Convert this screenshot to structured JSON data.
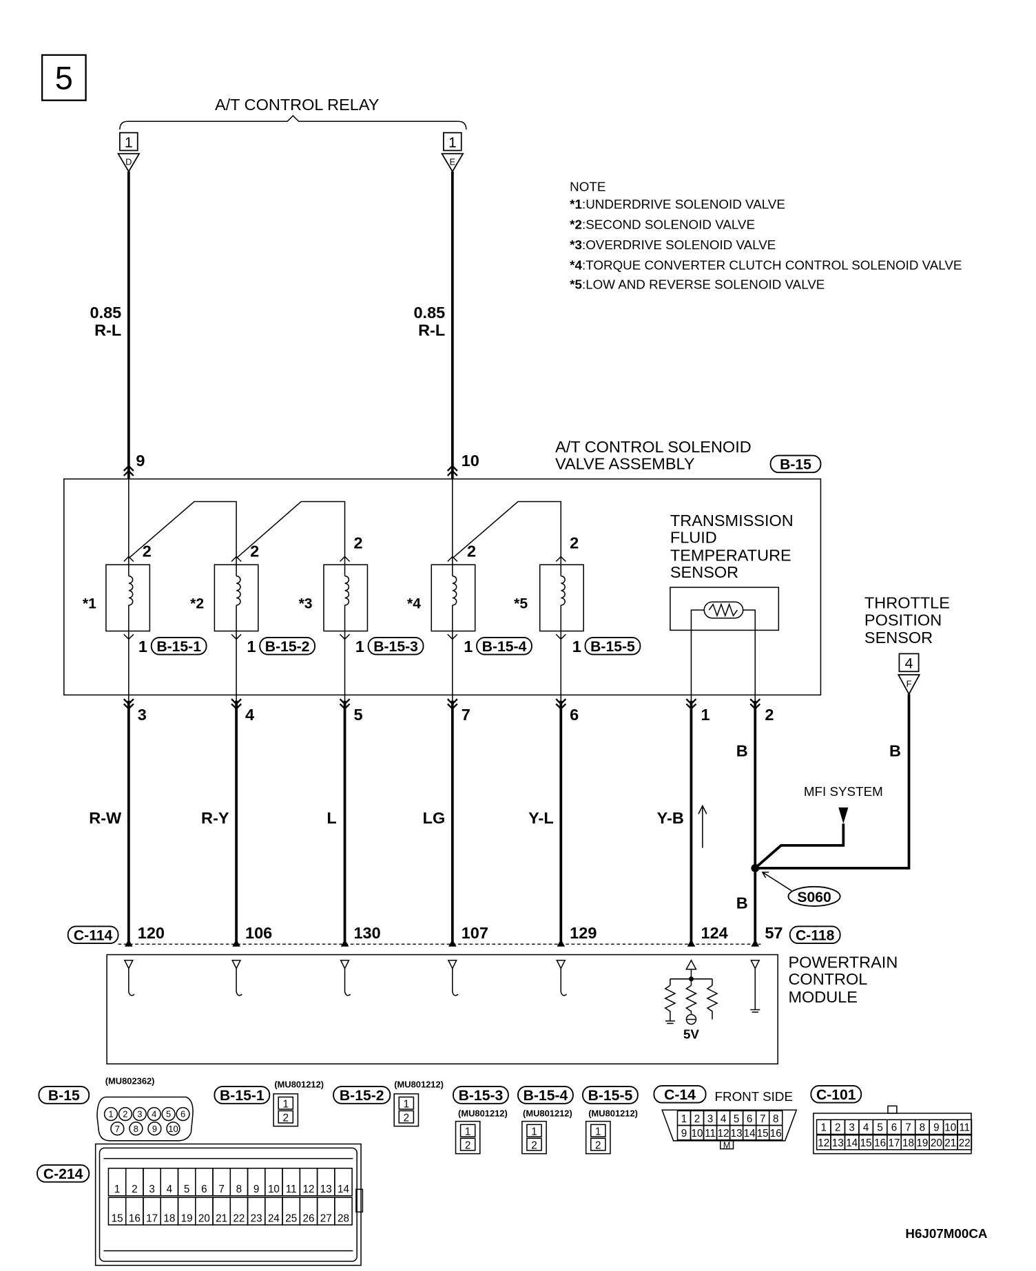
{
  "page": {
    "number": "5",
    "code": "H6J07M00CA"
  },
  "relay": {
    "label": "A/T CONTROL RELAY",
    "left_pin": {
      "number": "1",
      "letter": "D"
    },
    "right_pin": {
      "number": "1",
      "letter": "E"
    }
  },
  "note": {
    "title": "NOTE",
    "items": [
      {
        "mark": "*1",
        "text": ":UNDERDRIVE SOLENOID VALVE"
      },
      {
        "mark": "*2",
        "text": ":SECOND SOLENOID VALVE"
      },
      {
        "mark": "*3",
        "text": ":OVERDRIVE SOLENOID VALVE"
      },
      {
        "mark": "*4",
        "text": ":TORQUE CONVERTER CLUTCH CONTROL SOLENOID VALVE"
      },
      {
        "mark": "*5",
        "text": ":LOW AND REVERSE SOLENOID VALVE"
      }
    ]
  },
  "supply_wires": [
    {
      "gauge": "0.85",
      "color": "R-L",
      "pin": "9"
    },
    {
      "gauge": "0.85",
      "color": "R-L",
      "pin": "10"
    }
  ],
  "assembly": {
    "title_line1": "A/T CONTROL SOLENOID",
    "title_line2": "VALVE ASSEMBLY",
    "connector": "B-15"
  },
  "solenoids": [
    {
      "mark": "*1",
      "pin_top": "2",
      "pin_bottom": "1",
      "connector": "B-15-1"
    },
    {
      "mark": "*2",
      "pin_top": "2",
      "pin_bottom": "1",
      "connector": "B-15-2"
    },
    {
      "mark": "*3",
      "pin_top": "2",
      "pin_bottom": "1",
      "connector": "B-15-3"
    },
    {
      "mark": "*4",
      "pin_top": "2",
      "pin_bottom": "1",
      "connector": "B-15-4"
    },
    {
      "mark": "*5",
      "pin_top": "2",
      "pin_bottom": "1",
      "connector": "B-15-5"
    }
  ],
  "tft_sensor": {
    "line1": "TRANSMISSION",
    "line2": "FLUID",
    "line3": "TEMPERATURE",
    "line4": "SENSOR"
  },
  "tps": {
    "line1": "THROTTLE",
    "line2": "POSITION",
    "line3": "SENSOR",
    "pin_number": "4",
    "pin_letter": "F",
    "wire_color": "B"
  },
  "outputs": [
    {
      "pin": "3",
      "color": "R-W",
      "pcm_pin": "120"
    },
    {
      "pin": "4",
      "color": "R-Y",
      "pcm_pin": "106"
    },
    {
      "pin": "5",
      "color": "L",
      "pcm_pin": "130"
    },
    {
      "pin": "7",
      "color": "LG",
      "pcm_pin": "107"
    },
    {
      "pin": "6",
      "color": "Y-L",
      "pcm_pin": "129"
    },
    {
      "pin": "1",
      "color": "Y-B",
      "pcm_pin": "124"
    },
    {
      "pin": "2",
      "color": "B",
      "pcm_pin": "57"
    }
  ],
  "splice": {
    "id": "S060",
    "mfi_label": "MFI SYSTEM",
    "lower_color": "B"
  },
  "pcm": {
    "connector_left": "C-114",
    "connector_right": "C-118",
    "line1": "POWERTRAIN",
    "line2": "CONTROL",
    "line3": "MODULE",
    "voltage": "5V"
  },
  "connectors": [
    {
      "id": "B-15",
      "part": "(MU802362)",
      "rows": [
        [
          "1",
          "2",
          "3",
          "4",
          "5",
          "6"
        ],
        [
          "7",
          "8",
          "9",
          "10"
        ]
      ]
    },
    {
      "id": "B-15-1",
      "part": "(MU801212)",
      "rows": [
        [
          "1"
        ],
        [
          "2"
        ]
      ]
    },
    {
      "id": "B-15-2",
      "part": "(MU801212)",
      "rows": [
        [
          "1"
        ],
        [
          "2"
        ]
      ]
    },
    {
      "id": "B-15-3",
      "part": "(MU801212)",
      "rows": [
        [
          "1"
        ],
        [
          "2"
        ]
      ]
    },
    {
      "id": "B-15-4",
      "part": "(MU801212)",
      "rows": [
        [
          "1"
        ],
        [
          "2"
        ]
      ]
    },
    {
      "id": "B-15-5",
      "part": "(MU801212)",
      "rows": [
        [
          "1"
        ],
        [
          "2"
        ]
      ]
    },
    {
      "id": "C-14",
      "note": "FRONT SIDE",
      "mark": "M",
      "rows": [
        [
          "1",
          "2",
          "3",
          "4",
          "5",
          "6",
          "7",
          "8"
        ],
        [
          "9",
          "10",
          "11",
          "12",
          "13",
          "14",
          "15",
          "16"
        ]
      ]
    },
    {
      "id": "C-101",
      "rows": [
        [
          "1",
          "2",
          "3",
          "4",
          "5",
          "6",
          "7",
          "8",
          "9",
          "10",
          "11"
        ],
        [
          "12",
          "13",
          "14",
          "15",
          "16",
          "17",
          "18",
          "19",
          "20",
          "21",
          "22"
        ]
      ]
    },
    {
      "id": "C-214",
      "rows": [
        [
          "1",
          "2",
          "3",
          "4",
          "5",
          "6",
          "7",
          "8",
          "9",
          "10",
          "11",
          "12",
          "13",
          "14"
        ],
        [
          "15",
          "16",
          "17",
          "18",
          "19",
          "20",
          "21",
          "22",
          "23",
          "24",
          "25",
          "26",
          "27",
          "28"
        ]
      ]
    }
  ]
}
